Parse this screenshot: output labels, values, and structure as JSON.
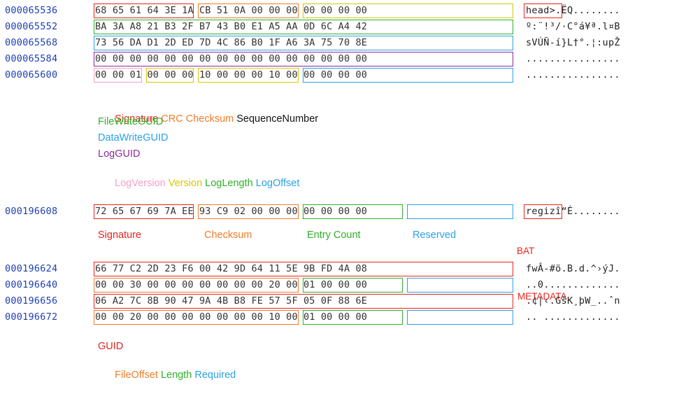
{
  "colors": {
    "red": "#e8241c",
    "orange": "#f07c28",
    "yellow": "#d6c700",
    "green": "#2fb028",
    "blue": "#27a2e6",
    "purple": "#8e2a9a",
    "pink": "#f0a0c8",
    "black": "#111111",
    "offset": "#1f3fb0"
  },
  "hexview": {
    "block1": [
      {
        "offset": "000065536",
        "hex": "68 65 61 64 3E 1A CB 51 0A 00 00 00 00 00 00 00",
        "ascii": "head>.ËQ........"
      },
      {
        "offset": "000065552",
        "hex": "BA 3A A8 21 B3 2F B7 43 B0 E1 A5 AA 0D 6C A4 42",
        "ascii": "º:¨!³/·C°á¥ª.l¤B"
      },
      {
        "offset": "000065568",
        "hex": "73 56 DA D1 2D ED 7D 4C 86 B0 1F A6 3A 75 70 8E",
        "ascii": "sVÚÑ-í}L†°.¦:upŽ"
      },
      {
        "offset": "000065584",
        "hex": "00 00 00 00 00 00 00 00 00 00 00 00 00 00 00 00",
        "ascii": "................"
      },
      {
        "offset": "000065600",
        "hex": "00 00 01 00 00 00 10 00 00 00 10 00 00 00 00 00",
        "ascii": "................"
      }
    ],
    "block2": [
      {
        "offset": "000196608",
        "hex": "72 65 67 69 7A EE 93 C9 02 00 00 00 00 00 00 00",
        "ascii": "regizî“É........"
      }
    ],
    "block3": [
      {
        "offset": "000196624",
        "hex": "66 77 C2 2D 23 F6 00 42 9D 64 11 5E 9B FD 4A 08",
        "ascii": "fwÂ-#ö.B.d.^›ýJ."
      },
      {
        "offset": "000196640",
        "hex": "00 00 30 00 00 00 00 00 00 00 20 00 01 00 00 00",
        "ascii": "..0............."
      },
      {
        "offset": "000196656",
        "hex": "06 A2 7C 8B 90 47 9A 4B B8 FE 57 5F 05 0F 88 6E",
        "ascii": ".¢|‹.GšK¸þW_..ˆn"
      },
      {
        "offset": "000196672",
        "hex": "00 00 20 00 00 00 00 00 00 00 10 00 01 00 00 00",
        "ascii": ".. ............."
      }
    ]
  },
  "legend1": {
    "line1": [
      {
        "text": "Signature",
        "color": "red"
      },
      {
        "text": "CRC Checksum",
        "color": "orange"
      },
      {
        "text": "SequenceNumber",
        "color": "black"
      }
    ],
    "line2": "FileWriteGUID",
    "line3": "DataWriteGUID",
    "line4": "LogGUID",
    "line5": [
      {
        "text": "LogVersion",
        "color": "pink"
      },
      {
        "text": "Version",
        "color": "yellow"
      },
      {
        "text": "LogLength",
        "color": "green"
      },
      {
        "text": "LogOffset",
        "color": "blue"
      }
    ]
  },
  "legend2": {
    "signature": "Signature",
    "checksum": "Checksum",
    "entry_count": "Entry Count",
    "reserved": "Reserved"
  },
  "tags": {
    "bat": "BAT",
    "metadata": "METADATA"
  },
  "legend3": {
    "line1": "GUID",
    "line2": [
      {
        "text": "FileOffset",
        "color": "orange"
      },
      {
        "text": "Length",
        "color": "green"
      },
      {
        "text": "Required",
        "color": "blue"
      }
    ]
  }
}
